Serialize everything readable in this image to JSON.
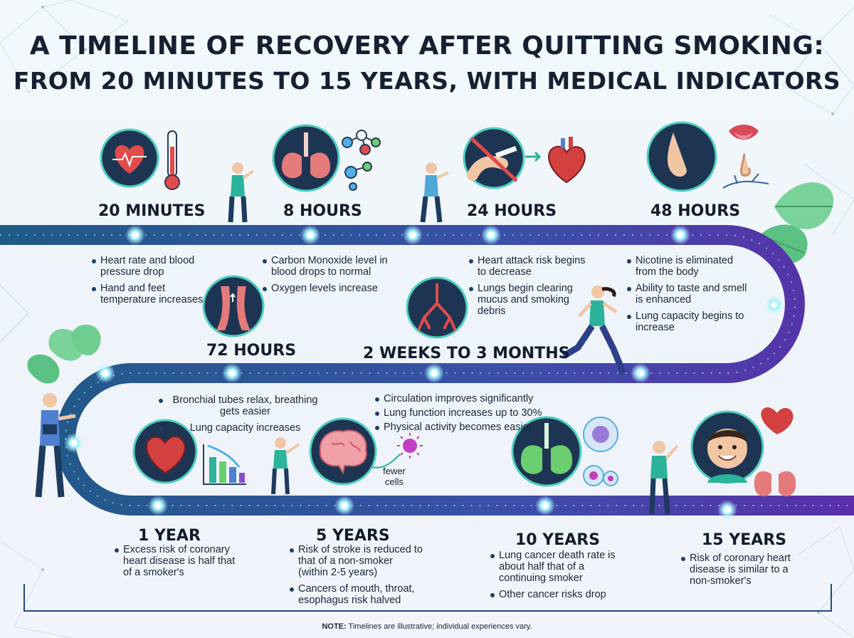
{
  "title": {
    "line1": "A TIMELINE OF RECOVERY AFTER QUITTING SMOKING:",
    "line2": "FROM 20 MINUTES TO 15 YEARS, WITH MEDICAL INDICATORS"
  },
  "milestones": [
    {
      "label": "20 MINUTES",
      "bullets": [
        "Heart rate and blood pressure drop",
        "Hand and feet temperature increases"
      ]
    },
    {
      "label": "8 HOURS",
      "bullets": [
        "Carbon Monoxide level in blood drops to normal",
        "Oxygen levels increase"
      ]
    },
    {
      "label": "24 HOURS",
      "bullets": [
        "Heart attack risk begins to decrease",
        "Lungs begin clearing mucus and smoking debris"
      ]
    },
    {
      "label": "48 HOURS",
      "bullets": [
        "Nicotine is eliminated from the body",
        "Ability to taste and smell is enhanced",
        "Lung capacity begins to increase"
      ]
    },
    {
      "label": "72 HOURS",
      "bullets": [
        "Bronchial tubes relax, breathing gets easier",
        "Lung capacity increases"
      ]
    },
    {
      "label": "2 WEEKS TO 3 MONTHS",
      "bullets": [
        "Circulation improves significantly",
        "Lung function increases up to 30%",
        "Physical activity becomes easier"
      ]
    },
    {
      "label": "1 YEAR",
      "bullets": [
        "Excess risk of coronary heart disease is half that of a smoker's"
      ]
    },
    {
      "label": "5 YEARS",
      "bullets": [
        "Risk of stroke is reduced to that of a non-smoker (within 2-5 years)",
        "Cancers of mouth, throat, esophagus risk halved"
      ]
    },
    {
      "label": "10 YEARS",
      "bullets": [
        "Lung cancer death rate is about half that of a continuing smoker",
        "Other cancer risks drop"
      ]
    },
    {
      "label": "15 YEARS",
      "bullets": [
        "Risk of coronary heart disease is similar to a non-smoker's"
      ]
    }
  ],
  "icon_labels": {
    "brain_note": "fewer cells"
  },
  "icons": [
    "heart-icon",
    "thermometer-icon",
    "lungs-icon",
    "molecule-icon",
    "no-smoking-icon",
    "heart-organ-icon",
    "nose-mouth-icon",
    "bronchi-icon",
    "airway-icon",
    "heart-icon",
    "bar-chart-icon",
    "brain-icon",
    "virus-icon",
    "lungs-icon",
    "cell-icon",
    "face-icon"
  ],
  "note": {
    "bold": "NOTE:",
    "text": " Timelines are illustrative; individual experiences vary."
  },
  "colors": {
    "track_start": "#1f5a86",
    "track_end": "#5a2fa8",
    "glow": "#b9f3ff",
    "accent_teal": "#2bb39b",
    "accent_red": "#e04a4a"
  }
}
